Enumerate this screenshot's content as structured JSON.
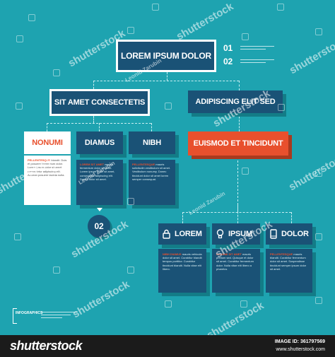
{
  "top": {
    "title": "LOREM IPSUM DOLOR",
    "num1": "01",
    "num2": "02"
  },
  "level2": {
    "left": "SIT AMET CONSECTETIS",
    "right": "ADIPISCING ELIT SED"
  },
  "level3": [
    {
      "label": "NONUMI",
      "text_head": "PELLENTESQUE",
      "text": "blandit. Duis et posuere fermentum dolor. Lorem ipsum dolor sit amet consectetur adipiscing elit. Aenean posuere lacinia nulla."
    },
    {
      "label": "DIAMUS",
      "text_head": "LOREM SIT AMET",
      "text": "mauris fermentum dolor sit amet. Lorem ipsum dolor sit amet, consectetur adipiscing elit. Donec dolor sit amet."
    },
    {
      "label": "NIBH",
      "text_head": "PELLENTESQUE",
      "text": "mauris solicitudin vestibulum sit amet. Vestibulum nonumy. Donec tincidunt dolor sit amet lorem semper consequat."
    }
  ],
  "highlight": "EUISMOD ET TINCIDUNT",
  "circle": "02",
  "level4": [
    {
      "label": "LOREM",
      "icon": "lock-icon",
      "text_head": "NIBH DIAMUS",
      "text": "mauris vehicula dolor sit amet. Curabitur blandit tempus porttitor. Curabitur tincidunt blandit. Nulla vitae elit libero."
    },
    {
      "label": "IPSUM",
      "icon": "lightbulb-icon",
      "text_head": "NONUMI SIT AMET",
      "text": "mauris pretium sed. Quisque et dolor sit amet. Curabitur fermentum dolor. Nulla vitae elit libero a pharetra."
    },
    {
      "label": "DOLOR",
      "icon": "phone-icon",
      "text_head": "PELLENTESQUE",
      "text": "mauris blandit. Curabitur fermentum dolor sit amet. Suspendisse tincidunt semper ipsum dolor sit amet."
    }
  ],
  "corner": {
    "label": "INFOGRAPHICS"
  },
  "footer": {
    "brand": "shutterstock",
    "image_id": "IMAGE ID: 361797569",
    "site": "www.shutterstock.com"
  },
  "watermarks": [
    "shutterstock",
    "Leonid Zarubin"
  ],
  "colors": {
    "background": "#1ea3b0",
    "navy": "#1a5276",
    "accent": "#e8502d",
    "white": "#ffffff"
  }
}
